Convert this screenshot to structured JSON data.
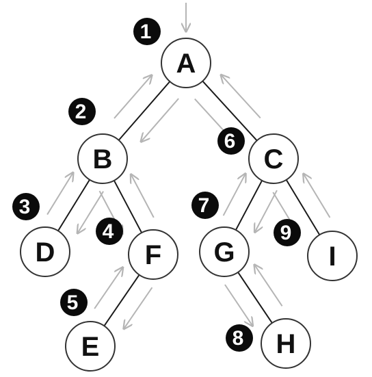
{
  "colors": {
    "node_fill": "#ffffff",
    "node_stroke": "#333333",
    "edge": "#1a1a1a",
    "badge_fill": "#0b0b0b",
    "badge_text": "#ffffff",
    "arrow": "#b5b5b5"
  },
  "nodes": [
    {
      "id": "A",
      "label": "A",
      "step": "1"
    },
    {
      "id": "B",
      "label": "B",
      "step": "2"
    },
    {
      "id": "D",
      "label": "D",
      "step": "3"
    },
    {
      "id": "F",
      "label": "F",
      "step": "4"
    },
    {
      "id": "E",
      "label": "E",
      "step": "5"
    },
    {
      "id": "C",
      "label": "C",
      "step": "6"
    },
    {
      "id": "G",
      "label": "G",
      "step": "7"
    },
    {
      "id": "H",
      "label": "H",
      "step": "8"
    },
    {
      "id": "I",
      "label": "I",
      "step": "9"
    }
  ],
  "edges": [
    {
      "from": "A",
      "to": "B"
    },
    {
      "from": "A",
      "to": "C"
    },
    {
      "from": "B",
      "to": "D"
    },
    {
      "from": "B",
      "to": "F"
    },
    {
      "from": "F",
      "to": "E"
    },
    {
      "from": "C",
      "to": "G"
    },
    {
      "from": "C",
      "to": "I"
    },
    {
      "from": "G",
      "to": "H"
    }
  ]
}
